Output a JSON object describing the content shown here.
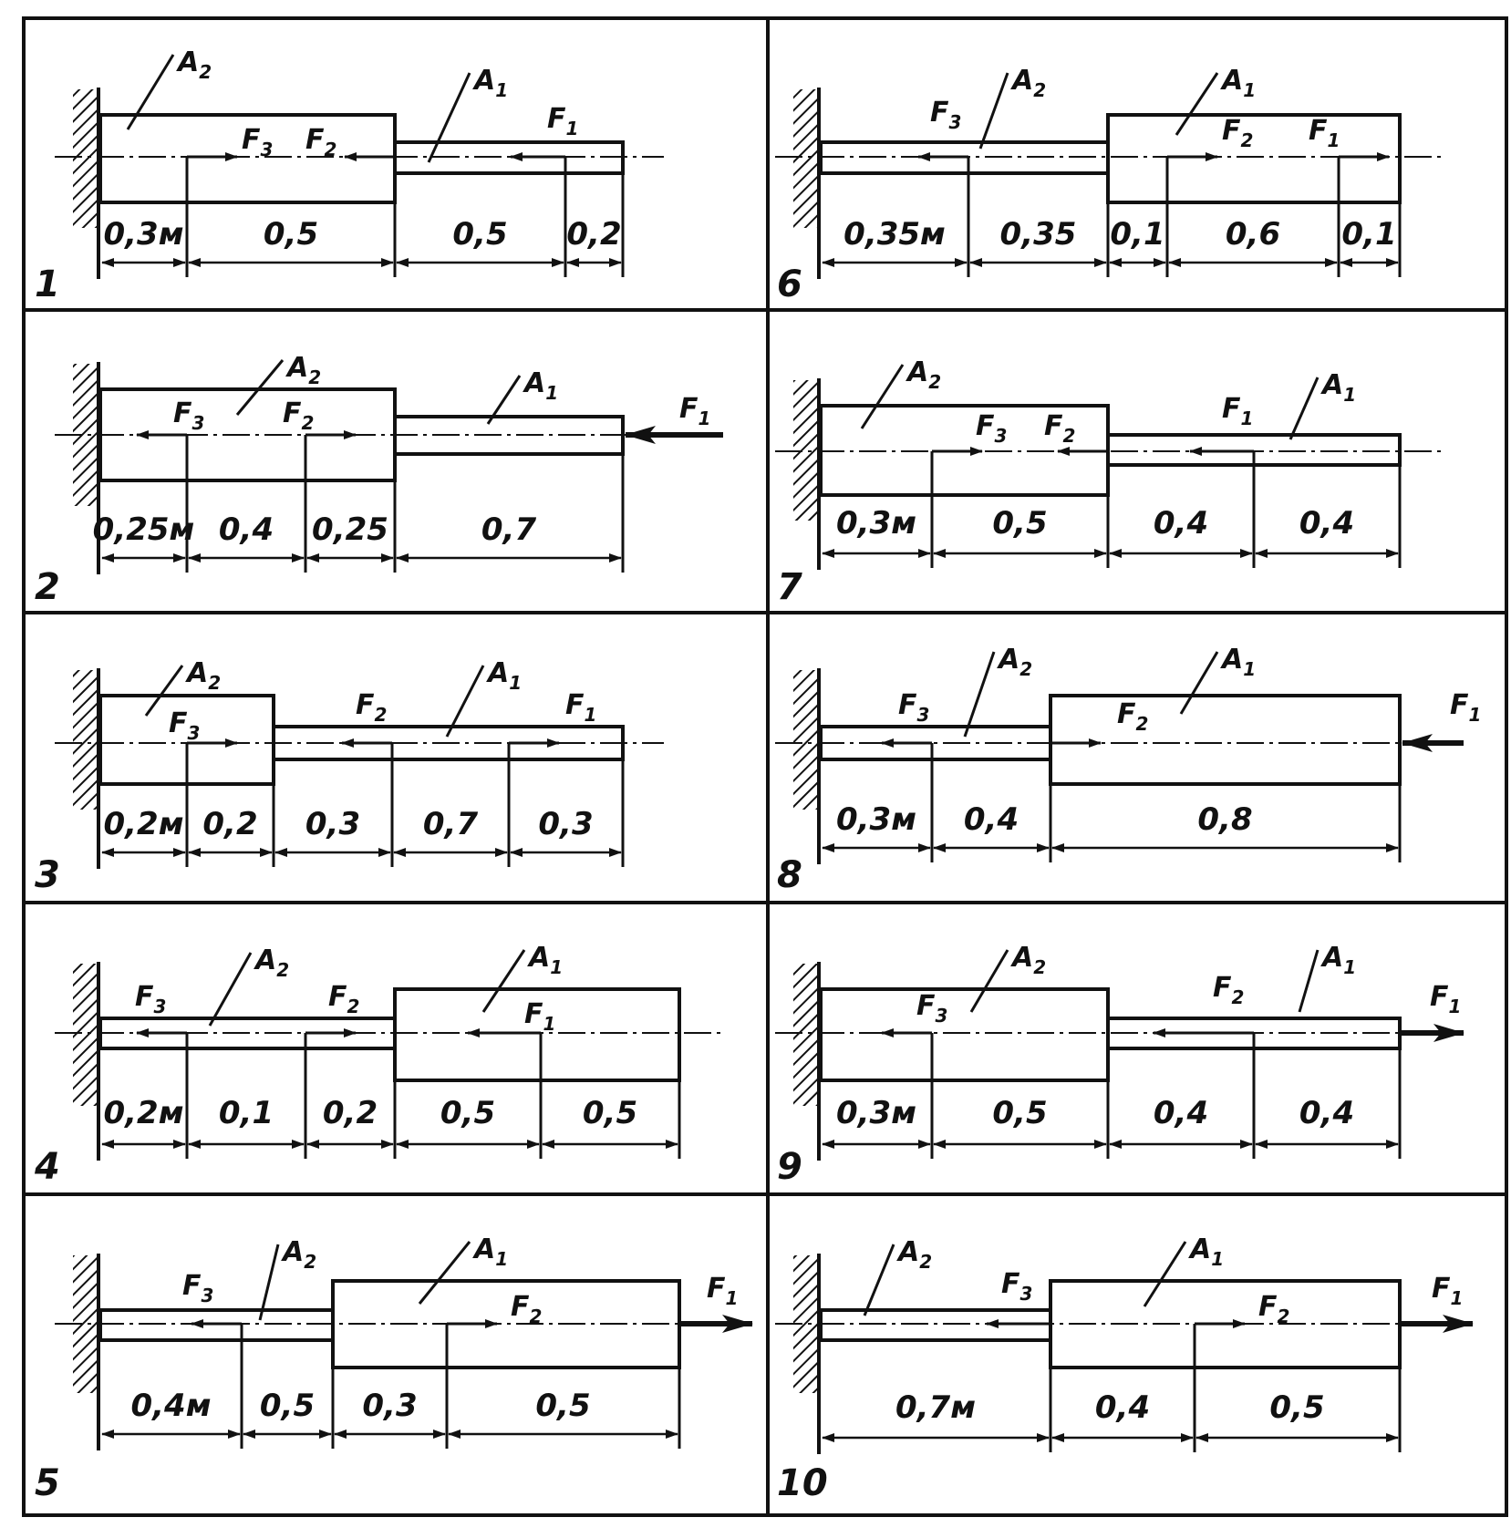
{
  "panels": [
    {
      "number": "1",
      "labels": {
        "A2": "A",
        "A2_sub": "2",
        "A1": "A",
        "A1_sub": "1",
        "F1": "F",
        "F1_sub": "1",
        "F2": "F",
        "F2_sub": "2",
        "F3": "F",
        "F3_sub": "3"
      },
      "dims": [
        "0,3м",
        "0,5",
        "0,5",
        "0,2"
      ]
    },
    {
      "number": "2",
      "labels": {
        "A2": "A",
        "A2_sub": "2",
        "A1": "A",
        "A1_sub": "1",
        "F1": "F",
        "F1_sub": "1",
        "F2": "F",
        "F2_sub": "2",
        "F3": "F",
        "F3_sub": "3"
      },
      "dims": [
        "0,25м",
        "0,4",
        "0,25",
        "0,7"
      ]
    },
    {
      "number": "3",
      "labels": {
        "A2": "A",
        "A2_sub": "2",
        "A1": "A",
        "A1_sub": "1",
        "F1": "F",
        "F1_sub": "1",
        "F2": "F",
        "F2_sub": "2",
        "F3": "F",
        "F3_sub": "3"
      },
      "dims": [
        "0,2м",
        "0,2",
        "0,3",
        "0,7",
        "0,3"
      ]
    },
    {
      "number": "4",
      "labels": {
        "A2": "A",
        "A2_sub": "2",
        "A1": "A",
        "A1_sub": "1",
        "F1": "F",
        "F1_sub": "1",
        "F2": "F",
        "F2_sub": "2",
        "F3": "F",
        "F3_sub": "3"
      },
      "dims": [
        "0,2м",
        "0,1",
        "0,2",
        "0,5",
        "0,5"
      ]
    },
    {
      "number": "5",
      "labels": {
        "A2": "A",
        "A2_sub": "2",
        "A1": "A",
        "A1_sub": "1",
        "F1": "F",
        "F1_sub": "1",
        "F2": "F",
        "F2_sub": "2",
        "F3": "F",
        "F3_sub": "3"
      },
      "dims": [
        "0,4м",
        "0,5",
        "0,3",
        "0,5"
      ]
    },
    {
      "number": "6",
      "labels": {
        "A2": "A",
        "A2_sub": "2",
        "A1": "A",
        "A1_sub": "1",
        "F1": "F",
        "F1_sub": "1",
        "F2": "F",
        "F2_sub": "2",
        "F3": "F",
        "F3_sub": "3"
      },
      "dims": [
        "0,35м",
        "0,35",
        "0,1",
        "0,6",
        "0,1"
      ]
    },
    {
      "number": "7",
      "labels": {
        "A2": "A",
        "A2_sub": "2",
        "A1": "A",
        "A1_sub": "1",
        "F1": "F",
        "F1_sub": "1",
        "F2": "F",
        "F2_sub": "2",
        "F3": "F",
        "F3_sub": "3"
      },
      "dims": [
        "0,3м",
        "0,5",
        "0,4",
        "0,4"
      ]
    },
    {
      "number": "8",
      "labels": {
        "A2": "A",
        "A2_sub": "2",
        "A1": "A",
        "A1_sub": "1",
        "F1": "F",
        "F1_sub": "1",
        "F2": "F",
        "F2_sub": "2",
        "F3": "F",
        "F3_sub": "3"
      },
      "dims": [
        "0,3м",
        "0,4",
        "0,8"
      ]
    },
    {
      "number": "9",
      "labels": {
        "A2": "A",
        "A2_sub": "2",
        "A1": "A",
        "A1_sub": "1",
        "F1": "F",
        "F1_sub": "1",
        "F2": "F",
        "F2_sub": "2",
        "F3": "F",
        "F3_sub": "3"
      },
      "dims": [
        "0,3м",
        "0,5",
        "0,4",
        "0,4"
      ]
    },
    {
      "number": "10",
      "labels": {
        "A2": "A",
        "A2_sub": "2",
        "A1": "A",
        "A1_sub": "1",
        "F1": "F",
        "F1_sub": "1",
        "F2": "F",
        "F2_sub": "2",
        "F3": "F",
        "F3_sub": "3"
      },
      "dims": [
        "0,7м",
        "0,4",
        "0,5"
      ]
    }
  ]
}
